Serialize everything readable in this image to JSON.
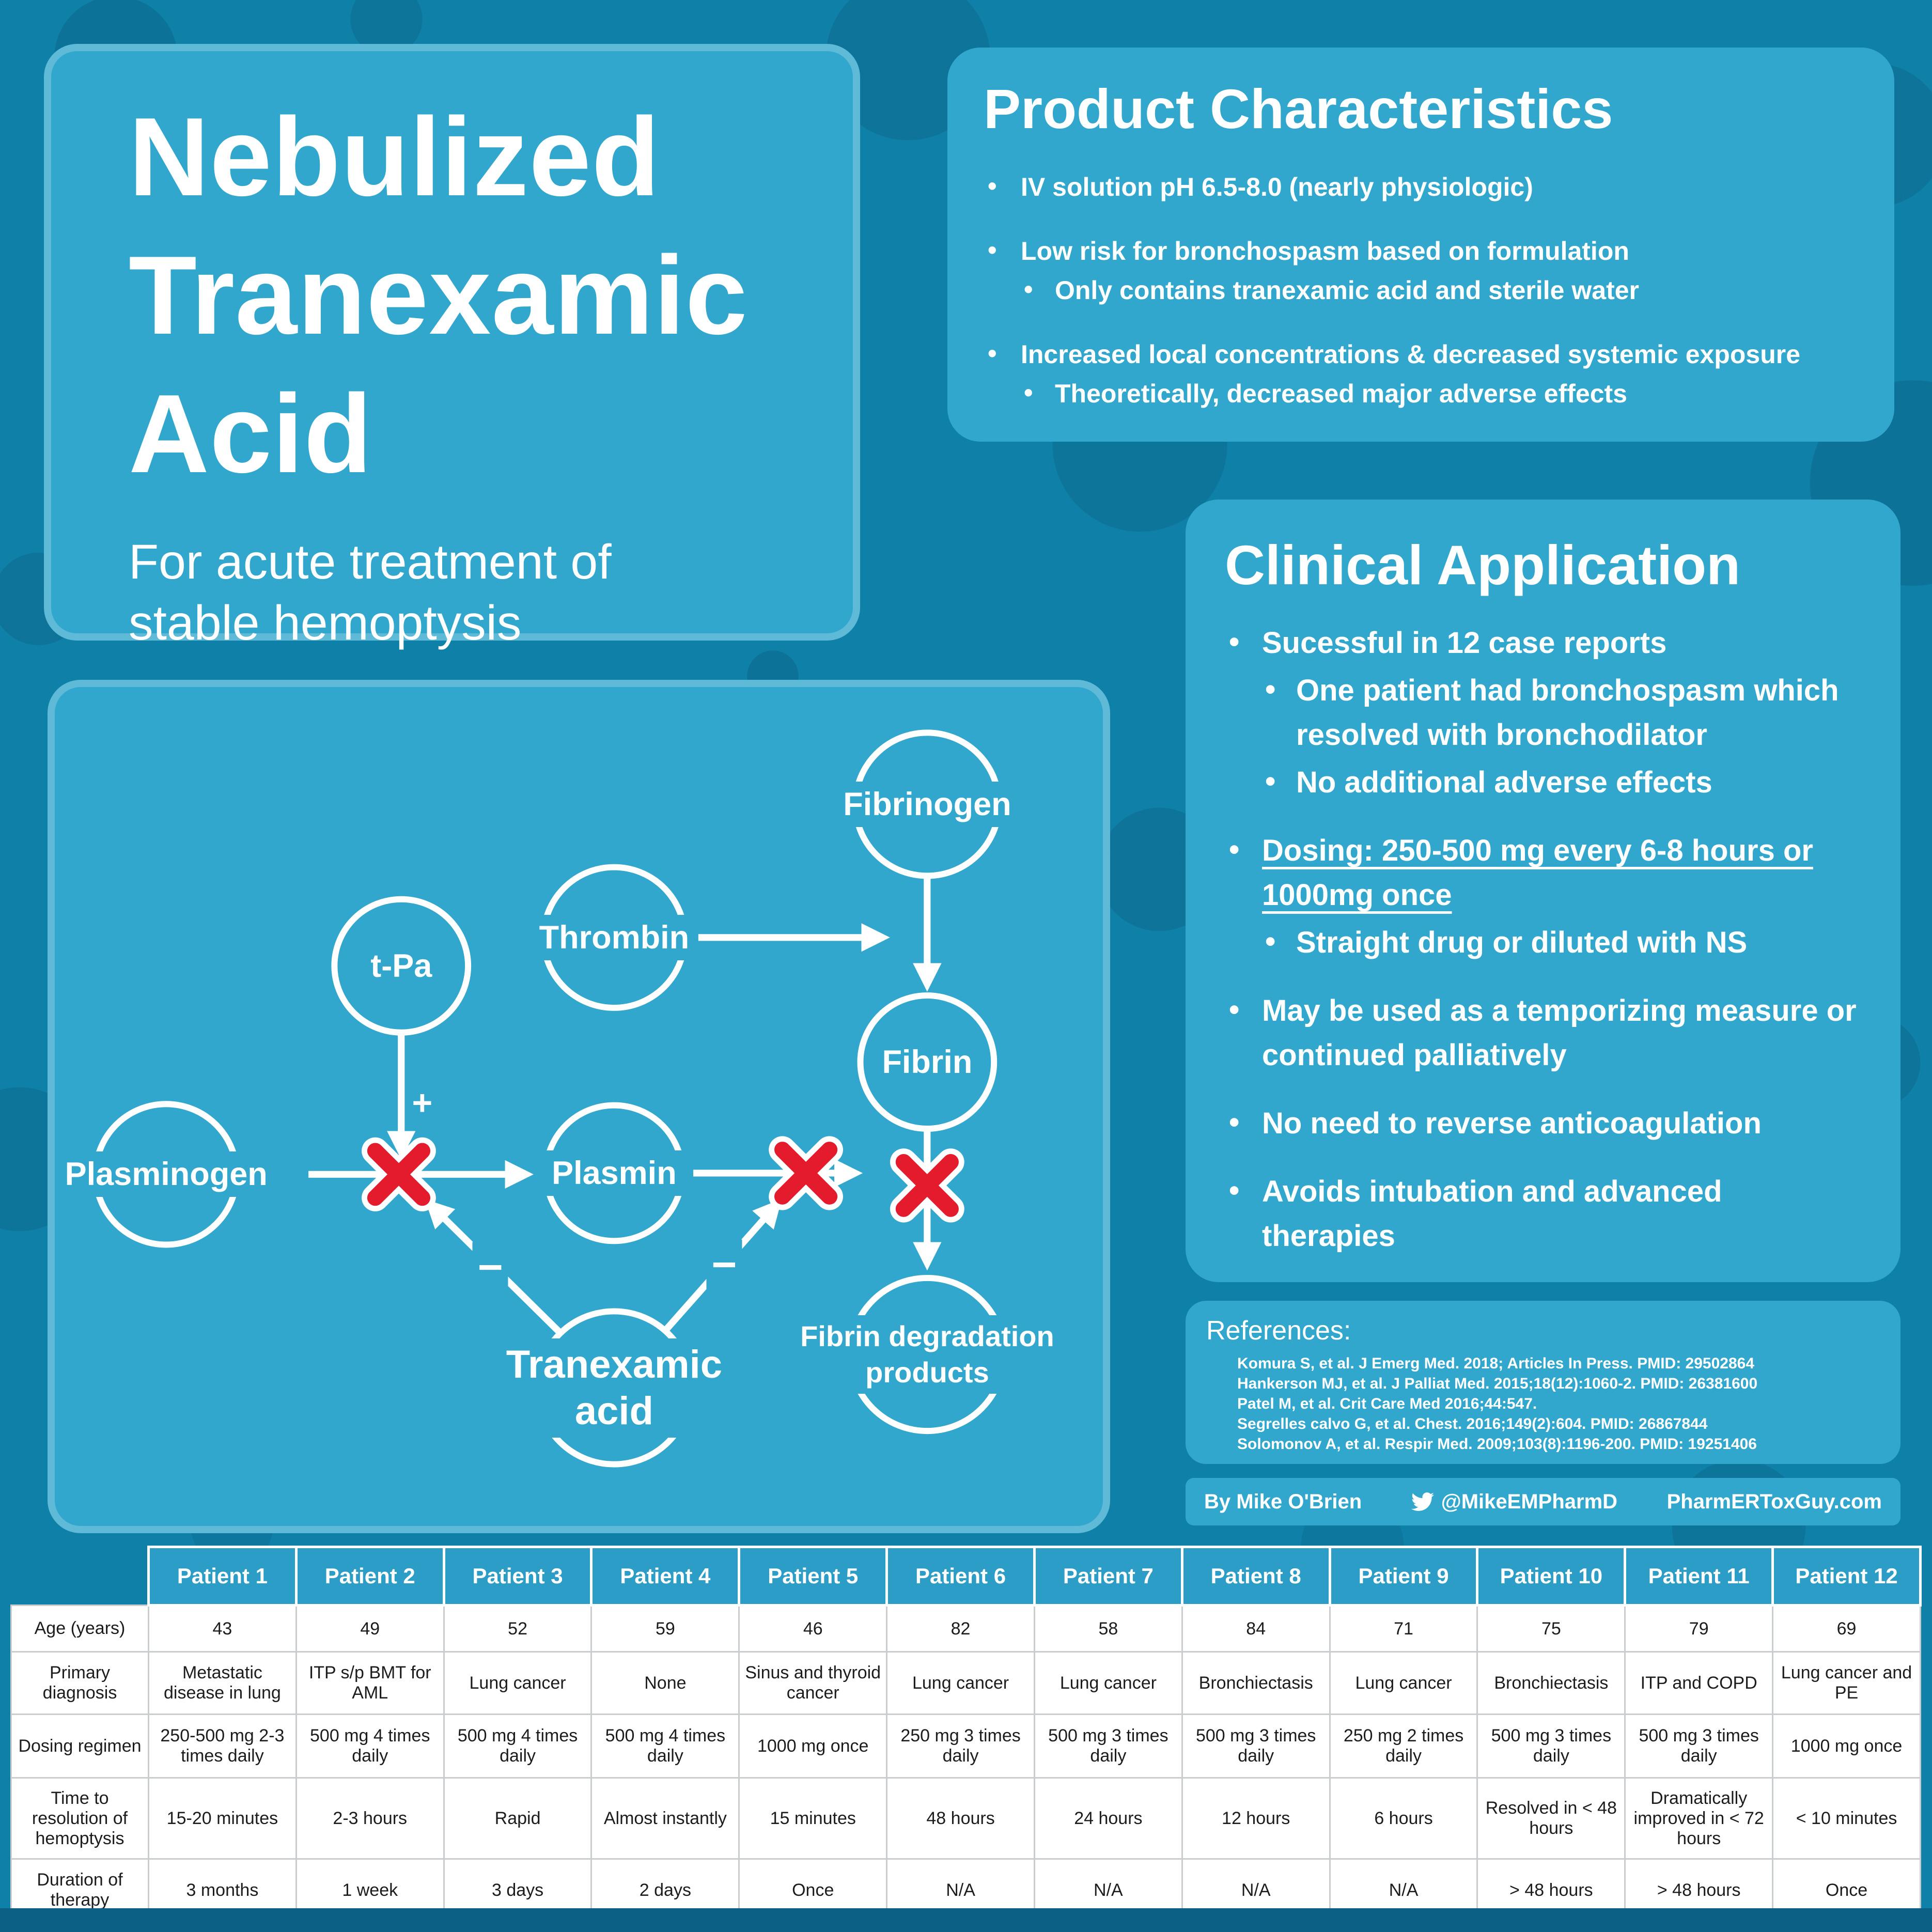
{
  "colors": {
    "background": "#0f81a9",
    "panel": "#32a7ce",
    "table_header": "#2b9dc6",
    "x_mark_red": "#e41b2d",
    "bottom_strip": "#0c6085"
  },
  "title": {
    "line1": "Nebulized",
    "line2": "Tranexamic",
    "line3": "Acid",
    "subtitle": "For acute treatment of stable hemoptysis"
  },
  "product_characteristics": {
    "title": "Product Characteristics",
    "bullets": [
      {
        "text": "IV solution pH 6.5-8.0 (nearly physiologic)",
        "subs": []
      },
      {
        "text": "Low risk for bronchospasm based on formulation",
        "subs": [
          "Only contains tranexamic acid and sterile water"
        ]
      },
      {
        "text": "Increased local concentrations & decreased systemic exposure",
        "subs": [
          "Theoretically, decreased major adverse effects"
        ]
      }
    ]
  },
  "clinical_application": {
    "title": "Clinical Application",
    "bullets": [
      {
        "text": "Sucessful in 12 case reports",
        "subs": [
          "One patient had bronchospasm which resolved with bronchodilator",
          "No additional adverse effects"
        ]
      },
      {
        "text": "Dosing: 250-500 mg every 6-8 hours or 1000mg once",
        "subs": [
          "Straight drug or diluted with NS"
        ]
      },
      {
        "text": "May be used as a temporizing measure  or continued palliatively",
        "subs": []
      },
      {
        "text": "No need to reverse anticoagulation",
        "subs": []
      },
      {
        "text": "Avoids intubation and advanced therapies",
        "subs": []
      }
    ]
  },
  "diagram": {
    "nodes": {
      "fibrinogen": "Fibrinogen",
      "thrombin": "Thrombin",
      "tpa": "t-Pa",
      "fibrin": "Fibrin",
      "plasminogen": "Plasminogen",
      "plasmin": "Plasmin",
      "fdp": "Fibrin degradation products",
      "txa": "Tranexamic acid"
    },
    "plus_label": "+",
    "minus_label": "−"
  },
  "references": {
    "title": "References:",
    "items": [
      "Komura S, et al. J Emerg Med. 2018; Articles In Press. PMID: 29502864",
      "Hankerson MJ, et al. J Palliat Med. 2015;18(12):1060-2. PMID: 26381600",
      "Patel M, et al. Crit Care Med 2016;44:547.",
      "Segrelles calvo G, et al. Chest. 2016;149(2):604. PMID: 26867844",
      "Solomonov A, et al. Respir Med. 2009;103(8):1196-200. PMID: 19251406"
    ]
  },
  "footer": {
    "author": "By Mike O'Brien",
    "twitter_handle": "@MikeEMPharmD",
    "website": "PharmERToxGuy.com"
  },
  "table": {
    "columns": [
      "Patient 1",
      "Patient 2",
      "Patient 3",
      "Patient 4",
      "Patient 5",
      "Patient 6",
      "Patient 7",
      "Patient 8",
      "Patient 9",
      "Patient 10",
      "Patient 11",
      "Patient 12"
    ],
    "rows": [
      {
        "label": "Age (years)",
        "values": [
          "43",
          "49",
          "52",
          "59",
          "46",
          "82",
          "58",
          "84",
          "71",
          "75",
          "79",
          "69"
        ]
      },
      {
        "label": "Primary diagnosis",
        "values": [
          "Metastatic disease in lung",
          "ITP s/p BMT for AML",
          "Lung cancer",
          "None",
          "Sinus and thyroid cancer",
          "Lung cancer",
          "Lung cancer",
          "Bronchiectasis",
          "Lung cancer",
          "Bronchiectasis",
          "ITP and COPD",
          "Lung cancer and PE"
        ]
      },
      {
        "label": "Dosing regimen",
        "values": [
          "250-500 mg 2-3 times daily",
          "500 mg 4 times daily",
          "500 mg 4 times daily",
          "500 mg 4 times daily",
          "1000 mg once",
          "250 mg 3 times daily",
          "500 mg 3 times daily",
          "500 mg 3 times daily",
          "250 mg 2 times daily",
          "500 mg 3 times daily",
          "500 mg 3 times daily",
          "1000 mg once"
        ]
      },
      {
        "label": "Time to resolution of hemoptysis",
        "values": [
          "15-20 minutes",
          "2-3 hours",
          "Rapid",
          "Almost instantly",
          "15 minutes",
          "48 hours",
          "24 hours",
          "12 hours",
          "6 hours",
          "Resolved in < 48 hours",
          "Dramatically improved in < 72 hours",
          "< 10 minutes"
        ]
      },
      {
        "label": "Duration of therapy",
        "values": [
          "3 months",
          "1 week",
          "3 days",
          "2 days",
          "Once",
          "N/A",
          "N/A",
          "N/A",
          "N/A",
          "> 48 hours",
          "> 48 hours",
          "Once"
        ]
      }
    ]
  }
}
